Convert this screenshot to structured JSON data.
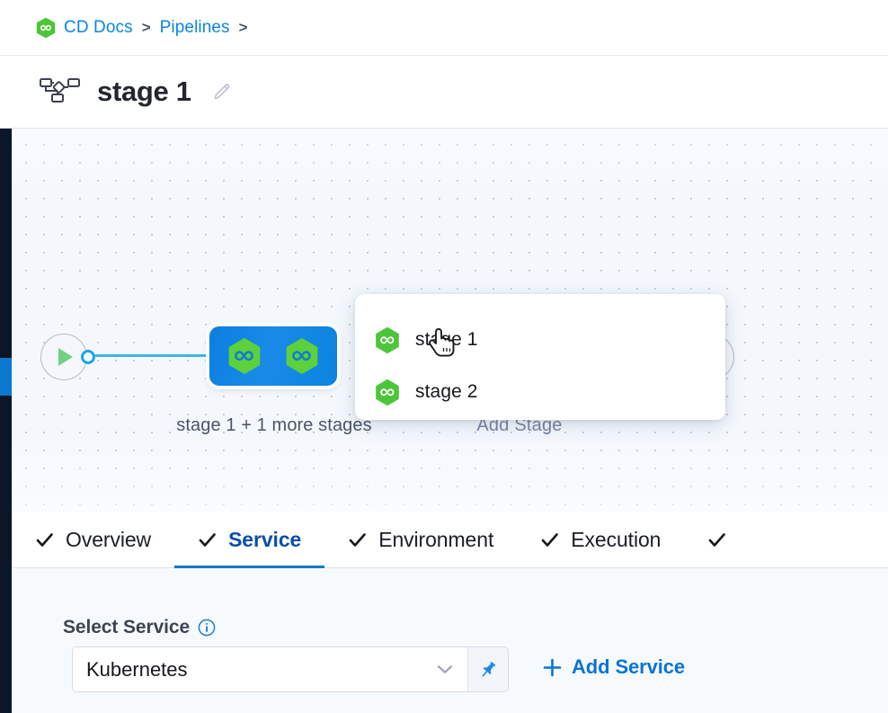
{
  "breadcrumb": {
    "logo_icon": "harness-hexagon-icon",
    "items": [
      {
        "label": "CD Docs",
        "separator": ">"
      },
      {
        "label": "Pipelines",
        "separator": ">"
      }
    ]
  },
  "title_bar": {
    "pipeline_icon": "pipeline-nodes-icon",
    "title": "stage 1",
    "edit_icon": "pencil-edit-icon"
  },
  "canvas": {
    "start_node": {
      "icon": "play-triangle-icon"
    },
    "group_node": {
      "stage_icons": [
        "deploy-hexagon-icon",
        "deploy-hexagon-icon"
      ],
      "label": "stage 1 + 1 more stages"
    },
    "add_stage": {
      "label": "Add Stage",
      "icon": "add-stage-icon"
    }
  },
  "popup": {
    "items": [
      {
        "icon": "deploy-hexagon-icon",
        "label": "stage 1"
      },
      {
        "icon": "deploy-hexagon-icon",
        "label": "stage 2"
      }
    ],
    "cursor": "pointing-hand-cursor"
  },
  "tabs": [
    {
      "label": "Overview",
      "icon": "check-icon",
      "active": false
    },
    {
      "label": "Service",
      "icon": "check-icon",
      "active": true
    },
    {
      "label": "Environment",
      "icon": "check-icon",
      "active": false
    },
    {
      "label": "Execution",
      "icon": "check-icon",
      "active": false
    },
    {
      "label": "",
      "icon": "check-icon",
      "active": false
    }
  ],
  "panel": {
    "field_label": "Select Service",
    "info_icon": "info-circle-icon",
    "select": {
      "value": "Kubernetes",
      "placeholder": "Select Service",
      "chevron_icon": "chevron-down-icon",
      "pin_icon": "pin-icon"
    },
    "add_service": {
      "label": "Add Service",
      "icon": "plus-icon"
    }
  },
  "colors": {
    "accent_blue": "#0b79d0",
    "link_blue": "#0a85e8",
    "stage_green": "#5cd13c",
    "node_blue": "#0b7fe0",
    "rail_dark": "#0b1628",
    "canvas_bg": "#f4f8fd",
    "panel_bg": "#f7fafd"
  }
}
